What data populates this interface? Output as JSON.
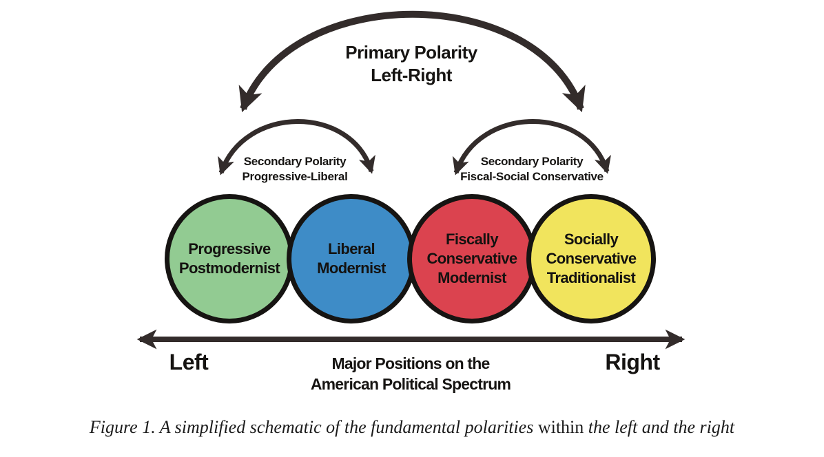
{
  "figure": {
    "primary_polarity": {
      "lines": [
        "Primary Polarity",
        "Left-Right"
      ]
    },
    "secondary_polarity_left": {
      "lines": [
        "Secondary Polarity",
        "Progressive-Liberal"
      ]
    },
    "secondary_polarity_right": {
      "lines": [
        "Secondary Polarity",
        "Fiscal-Social Conservative"
      ]
    },
    "circles": [
      {
        "name": "progressive-postmodernist",
        "lines": [
          "Progressive",
          "Postmodernist"
        ],
        "color": "#92CB92"
      },
      {
        "name": "liberal-modernist",
        "lines": [
          "Liberal",
          "Modernist"
        ],
        "color": "#3E8CC7"
      },
      {
        "name": "fiscally-conservative-modernist",
        "lines": [
          "Fiscally",
          "Conservative",
          "Modernist"
        ],
        "color": "#DB434F"
      },
      {
        "name": "socially-conservative-traditionalist",
        "lines": [
          "Socially",
          "Conservative",
          "Traditionalist"
        ],
        "color": "#F1E45D"
      }
    ],
    "axis": {
      "left_label": "Left",
      "right_label": "Right",
      "title_lines": [
        "Major Positions on the",
        "American Political Spectrum"
      ]
    },
    "colors": {
      "arrow": "#332C2B",
      "circle_border": "#161412"
    }
  },
  "caption": {
    "italic_start": "Figure 1. A simplified schematic of the fundamental polarities ",
    "upright": "within",
    "italic_end": " the left and the right"
  }
}
